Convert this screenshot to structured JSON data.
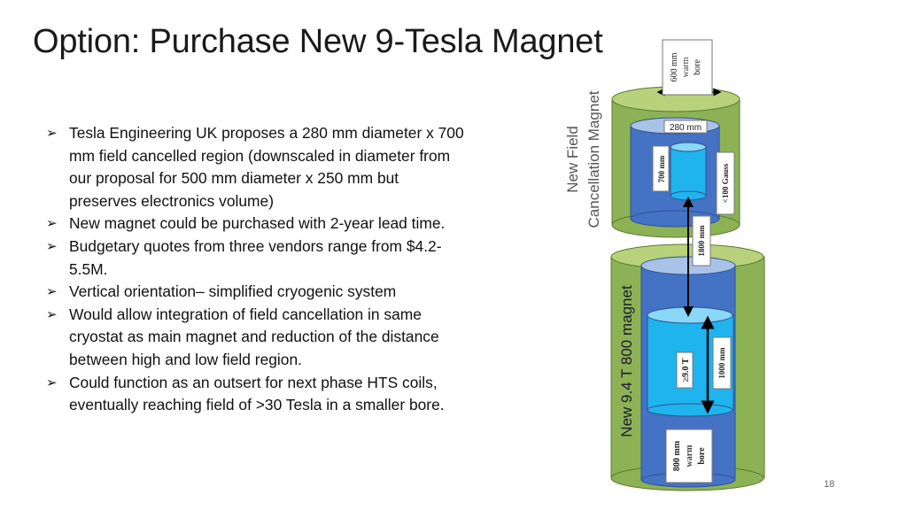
{
  "slide": {
    "title": "Option: Purchase New 9-Tesla Magnet",
    "page_number": "18"
  },
  "bullets": [
    {
      "lines": [
        "Tesla Engineering UK proposes a 280 mm diameter x 700",
        "mm field cancelled region (downscaled in diameter from",
        "our proposal for 500 mm diameter x 250 mm but",
        "preserves electronics volume)"
      ]
    },
    {
      "lines": [
        "New magnet could be purchased with 2-year lead time."
      ]
    },
    {
      "lines": [
        "Budgetary quotes from three vendors range from $4.2-",
        "5.5M."
      ]
    },
    {
      "lines": [
        "Vertical orientation– simplified cryogenic system"
      ]
    },
    {
      "lines": [
        "Would allow integration of field cancellation in same",
        "cryostat as main magnet and reduction of the distance",
        "between high and low field region."
      ]
    },
    {
      "lines": [
        "Could function as an outsert for next phase HTS coils,",
        "eventually reaching field of >30 Tesla in a smaller bore."
      ]
    }
  ],
  "bullet_marker": "➢",
  "figure": {
    "cancellation_label_1": "New Field",
    "cancellation_label_2": "Cancellation Magnet",
    "main_magnet_label": "New 9.4 T 800 magnet",
    "warm_bore_top": [
      "600 mm",
      "warm",
      "bore"
    ],
    "inner_diameter": "280 mm",
    "inner_height": "700 mm",
    "gauss_label": "<100 Gauss",
    "separation": "1800 mm",
    "field_label": "≥9.0 T",
    "field_height": "1000 mm",
    "warm_bore_bottom": [
      "800 mm",
      "warm",
      "bore"
    ],
    "colors": {
      "outer_green": "#8db255",
      "outer_green_top": "#b7d27a",
      "blue_shell": "#4472c4",
      "cyan": "#1fb4ee",
      "cyan_top": "#8ad8f8",
      "light_blue_top": "#a9c2e8"
    }
  }
}
